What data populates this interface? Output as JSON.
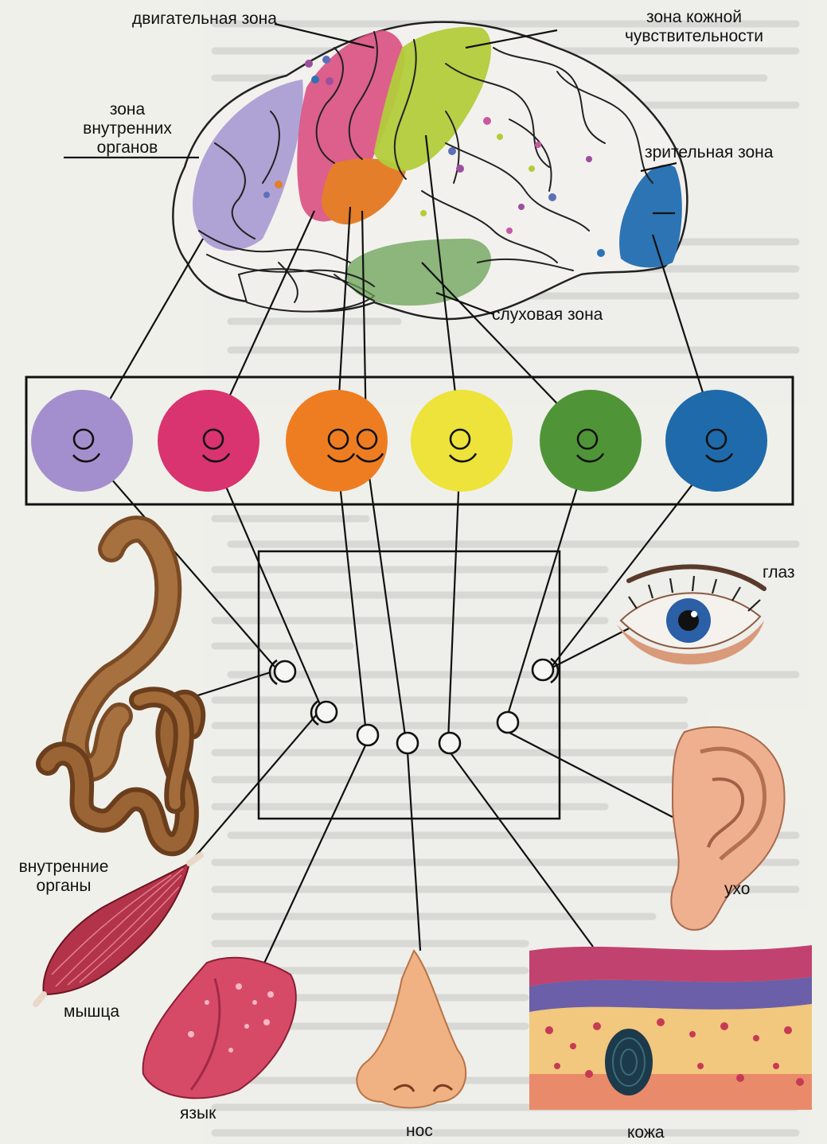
{
  "labels": {
    "motor_zone": "двигательная зона",
    "skin_zone_line1": "зона кожной",
    "skin_zone_line2": "чувствительности",
    "internal_zone_line1": "зона",
    "internal_zone_line2": "внутренних",
    "internal_zone_line3": "органов",
    "visual_zone": "зрительная зона",
    "auditory_zone": "слуховая зона",
    "eye": "глаз",
    "internal_organs_line1": "внутренние",
    "internal_organs_line2": "органы",
    "ear": "ухо",
    "muscle": "мышца",
    "tongue": "язык",
    "nose": "нос",
    "skin": "кожа"
  },
  "colors": {
    "internal_zone": "#a79ad2",
    "motor_zone": "#d9507f",
    "gustatory_zone": "#e57e2a",
    "skin_zone": "#b2cc3a",
    "auditory_zone": "#6aa255",
    "visual_zone": "#2c74b4",
    "circle_violet": "#a48fce",
    "circle_pink": "#d9346f",
    "circle_orange": "#ee7d22",
    "circle_yellow": "#ede33a",
    "circle_green": "#4f9537",
    "circle_blue": "#1f6aab"
  }
}
